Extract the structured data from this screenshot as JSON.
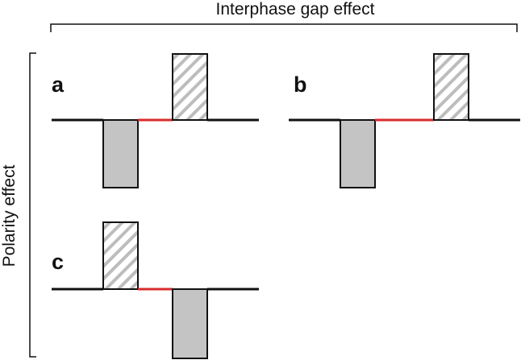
{
  "top_bracket_label": "Interphase gap effect",
  "left_bracket_label": "Polarity effect",
  "panels": [
    {
      "letter": "a",
      "first_phase": "cathodic",
      "interphase_gap": "short"
    },
    {
      "letter": "b",
      "first_phase": "cathodic",
      "interphase_gap": "long"
    },
    {
      "letter": "c",
      "first_phase": "anodic",
      "interphase_gap": "short"
    }
  ],
  "colors": {
    "baseline": "#111111",
    "interphase_gap": "#d92b2b",
    "cathodic_fill": "#c4c4c4",
    "anodic_hatch": "#bdbdbd",
    "outline": "#111111"
  }
}
